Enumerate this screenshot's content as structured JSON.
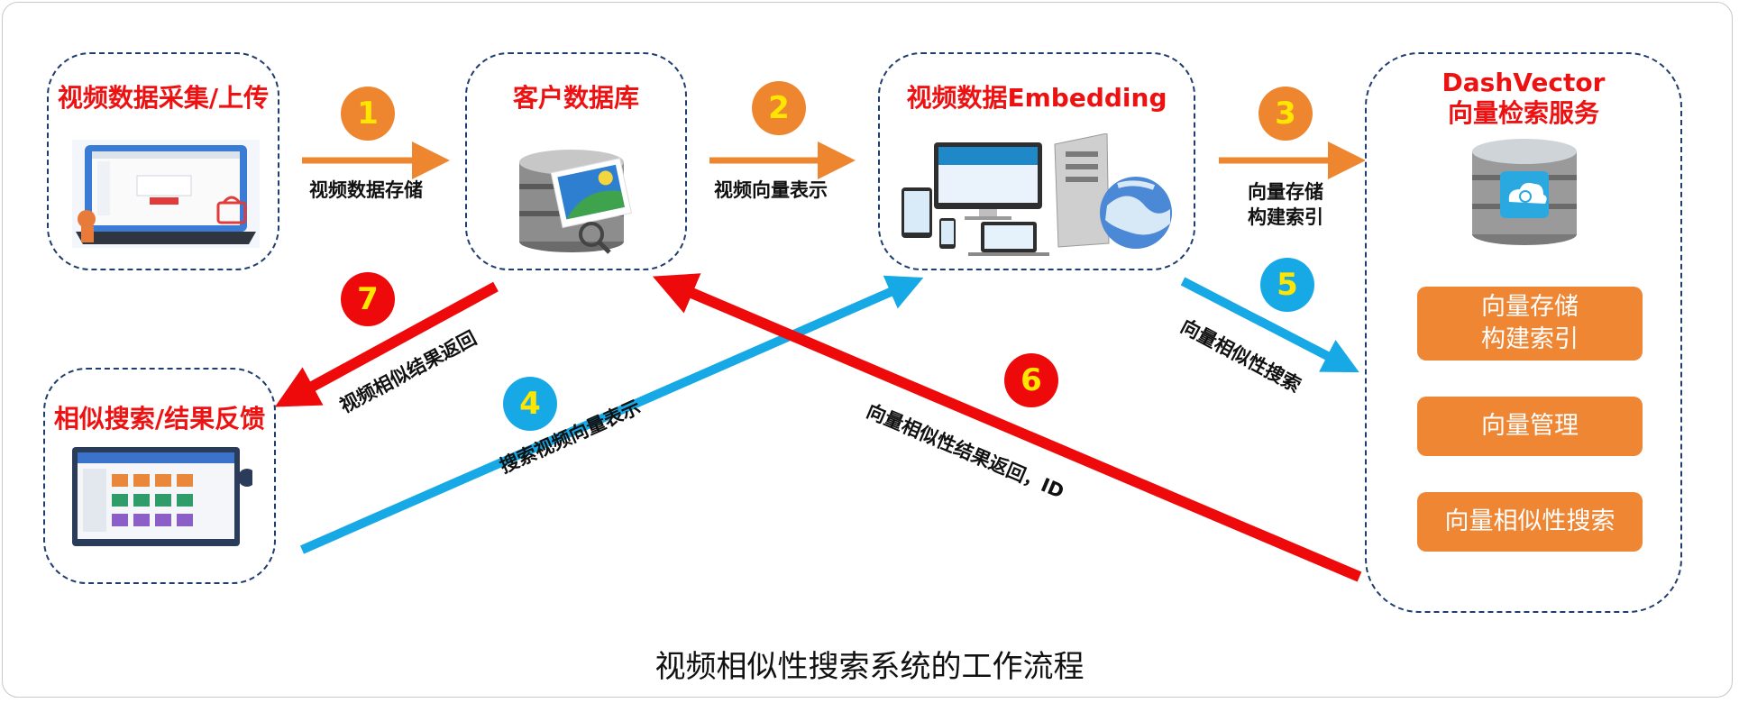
{
  "nodes": {
    "collect": {
      "title": "视频数据采集/上传"
    },
    "customer_db": {
      "title": "客户数据库"
    },
    "embedding": {
      "title": "视频数据Embedding"
    },
    "dashvector": {
      "title_line1": "DashVector",
      "title_line2": "向量检索服务"
    },
    "result": {
      "title": "相似搜索/结果反馈"
    }
  },
  "steps": [
    {
      "number": "1",
      "label": "视频数据存储",
      "color": "#ee8630"
    },
    {
      "number": "2",
      "label": "视频向量表示",
      "color": "#ee8630"
    },
    {
      "number": "3",
      "label_line1": "向量存储",
      "label_line2": "构建索引",
      "color": "#ee8630"
    },
    {
      "number": "4",
      "label": "搜索视频向量表示",
      "color": "#17a9e6"
    },
    {
      "number": "5",
      "label": "向量相似性搜索",
      "color": "#17a9e6"
    },
    {
      "number": "6",
      "label": "向量相似性结果返回，ID",
      "color": "#ee0a0a"
    },
    {
      "number": "7",
      "label": "视频相似结果返回",
      "color": "#ee0a0a"
    }
  ],
  "services": [
    {
      "line1": "向量存储",
      "line2": "构建索引"
    },
    {
      "line1": "向量管理"
    },
    {
      "line1": "向量相似性搜索"
    }
  ],
  "caption": "视频相似性搜索系统的工作流程",
  "icons": {
    "collect": "laptop-upload-icon",
    "customer_db": "photo-database-icon",
    "embedding": "devices-server-globe-icon",
    "dashvector": "vector-database-icon",
    "result": "monitor-gallery-icon"
  },
  "colors": {
    "orange": "#ee8630",
    "red": "#ee0a0a",
    "blue": "#17a9e6",
    "title_red": "#ee1111",
    "dash_border": "#1f3d6e"
  }
}
